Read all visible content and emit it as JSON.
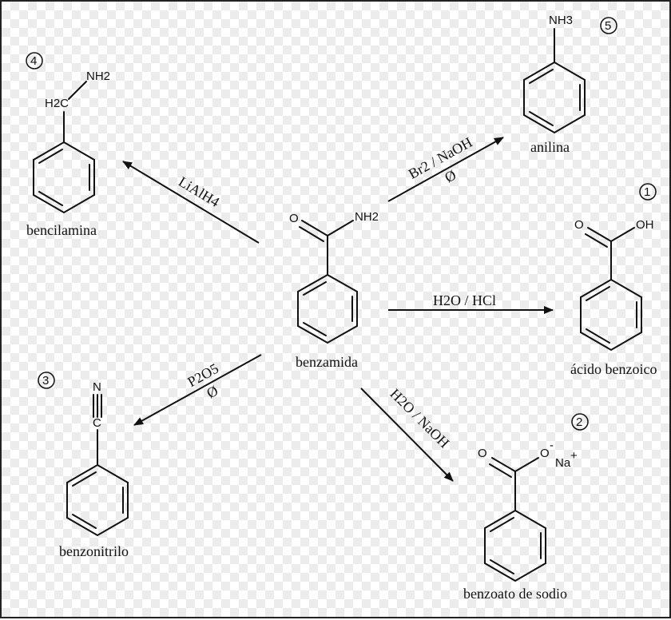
{
  "center": {
    "name": "benzamida",
    "atoms": {
      "o": "O",
      "nh2": "NH2"
    }
  },
  "products": [
    {
      "id": "1",
      "name": "ácido benzoico",
      "atoms": {
        "o": "O",
        "oh": "OH"
      }
    },
    {
      "id": "2",
      "name": "benzoato de sodio",
      "atoms": {
        "o": "O",
        "o_minus": "O",
        "charge_minus": "-",
        "na": "Na",
        "charge_plus": "+"
      }
    },
    {
      "id": "3",
      "name": "benzonitrilo",
      "atoms": {
        "n": "N",
        "c": "C"
      }
    },
    {
      "id": "4",
      "name": "bencilamina",
      "atoms": {
        "nh2": "NH2",
        "ch2": "H2C"
      }
    },
    {
      "id": "5",
      "name": "anilina",
      "atoms": {
        "nh3": "NH3"
      }
    }
  ],
  "reagents": {
    "to_1": "H2O / HCl",
    "to_2": "H2O / NaOH",
    "to_3": "P2O5",
    "to_3_cond": "Ø",
    "to_4": "LiAlH4",
    "to_5": "Br2 / NaOH",
    "to_5_cond": "Ø"
  }
}
